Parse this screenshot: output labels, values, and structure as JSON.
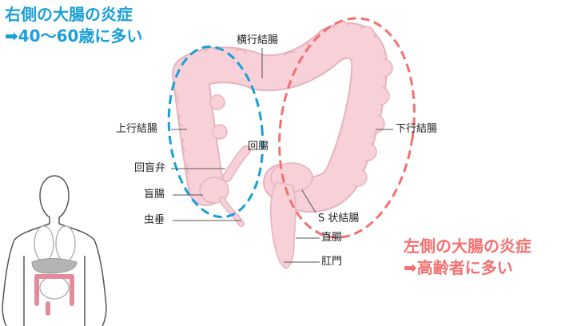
{
  "headings": {
    "right": {
      "line1": "右側の大腸の炎症",
      "line2": "➡40〜60歳に多い"
    },
    "left": {
      "line1": "左側の大腸の炎症",
      "line2": "➡高齢者に多い"
    }
  },
  "labels": {
    "transverse_colon": "横行結腸",
    "ascending_colon": "上行結腸",
    "descending_colon": "下行結腸",
    "ileum": "回腸",
    "ileocecal_valve": "回盲弁",
    "cecum": "盲腸",
    "appendix": "虫垂",
    "sigmoid_colon": "S 状結腸",
    "rectum": "直腸",
    "anus": "肛門"
  },
  "colors": {
    "right_accent": "#1a9fd8",
    "left_accent": "#f47170",
    "colon_fill": "#f7d0d8",
    "colon_outline": "#e6b3be",
    "body_outline": "#555555",
    "organ_gray": "#b4b4b4"
  }
}
